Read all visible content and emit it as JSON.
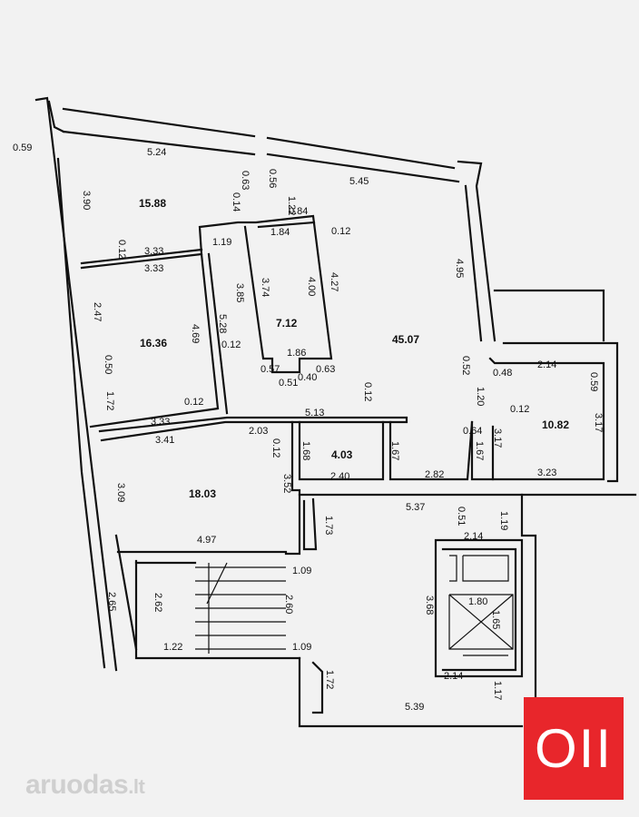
{
  "plan": {
    "rooms": [
      {
        "id": "room-15-88",
        "area": "15.88"
      },
      {
        "id": "room-16-36",
        "area": "16.36"
      },
      {
        "id": "room-18-03",
        "area": "18.03"
      },
      {
        "id": "room-7-12",
        "area": "7.12"
      },
      {
        "id": "room-45-07",
        "area": "45.07"
      },
      {
        "id": "room-4-03",
        "area": "4.03"
      },
      {
        "id": "room-10-82",
        "area": "10.82"
      }
    ],
    "dimensions": [
      "0.59",
      "5.24",
      "0.63",
      "0.56",
      "5.45",
      "3.90",
      "0.14",
      "1.22",
      "0.84",
      "1.19",
      "1.84",
      "0.12",
      "0.12",
      "3.33",
      "3.33",
      "3.85",
      "3.74",
      "4.00",
      "4.27",
      "4.95",
      "2.47",
      "4.69",
      "5.28",
      "0.12",
      "1.86",
      "0.50",
      "0.57",
      "0.51",
      "0.40",
      "0.63",
      "0.52",
      "0.48",
      "2.14",
      "0.59",
      "1.72",
      "0.12",
      "0.12",
      "1.20",
      "0.12",
      "3.33",
      "5.13",
      "2.03",
      "0.64",
      "3.17",
      "3.17",
      "3.41",
      "0.12",
      "1.68",
      "1.67",
      "1.67",
      "2.40",
      "2.82",
      "3.23",
      "3.09",
      "3.52",
      "5.37",
      "0.51",
      "1.19",
      "1.73",
      "2.14",
      "4.97",
      "1.09",
      "2.65",
      "2.62",
      "2.60",
      "3.68",
      "1.80",
      "1.65",
      "1.22",
      "1.09",
      "1.72",
      "2.14",
      "1.17",
      "5.39"
    ]
  },
  "badge": {
    "text": "OII",
    "color": "#e8262b"
  },
  "watermark": {
    "brand": "aruodas",
    "tld": ".lt"
  }
}
